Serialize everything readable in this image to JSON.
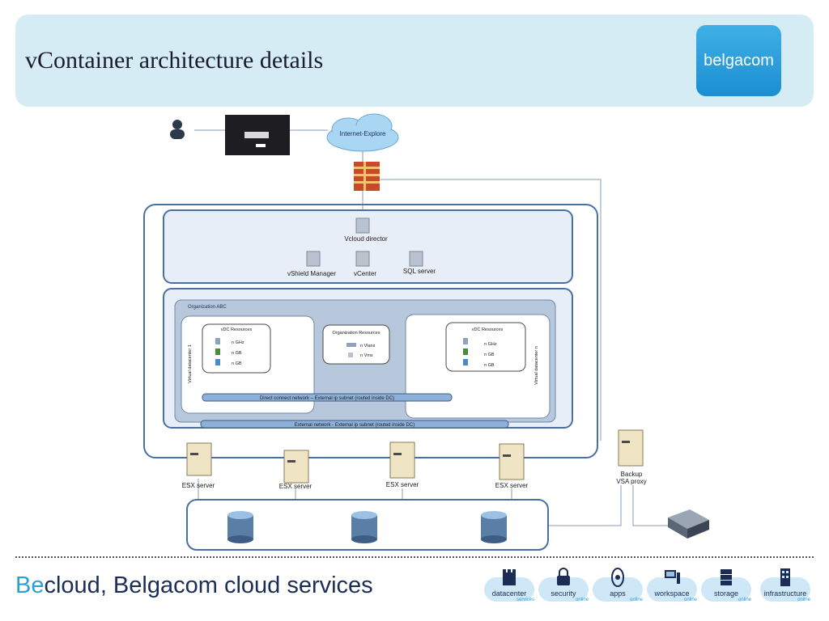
{
  "header": {
    "title": "vContainer architecture details",
    "logo_text": "belgacom"
  },
  "diagram": {
    "internet_label": "Internet-Explore",
    "vcloud_director": "Vcloud director",
    "vshield_manager": "vShield Manager",
    "vcenter": "vCenter",
    "sql_server": "SQL server",
    "organization": "Organization ABC",
    "vdc1": {
      "title": "vDC Resources",
      "ghz": "n GHz",
      "gb1": "n GB",
      "gb2": "n GB",
      "side": "Virtual datacenter 1"
    },
    "vdcn": {
      "title": "vDC Resources",
      "ghz": "n GHz",
      "gb1": "n GB",
      "gb2": "n GB",
      "side": "Virtual datacenter n"
    },
    "org_resources": {
      "title": "Organization Resources",
      "vlans": "n Vlans",
      "vms": "n Vms"
    },
    "direct_network": "Direct connect network – External ip subnet (routed inside DC)",
    "external_network": "External network - External ip subnet (routed inside DC)",
    "esx_servers": [
      "ESX server",
      "ESX server",
      "ESX server",
      "ESX server"
    ],
    "backup_line1": "Backup",
    "backup_line2": "VSA proxy"
  },
  "footer": {
    "brand_prefix": "Be",
    "brand_rest": "cloud, Belgacom cloud services",
    "services": [
      {
        "label": "datacenter",
        "sub": "services",
        "icon": "datacenter-icon"
      },
      {
        "label": "security",
        "sub": "online",
        "icon": "lock-icon"
      },
      {
        "label": "apps",
        "sub": "online",
        "icon": "apps-icon"
      },
      {
        "label": "workspace",
        "sub": "online",
        "icon": "workspace-icon"
      },
      {
        "label": "storage",
        "sub": "online",
        "icon": "storage-icon"
      },
      {
        "label": "infrastructure",
        "sub": "online",
        "icon": "building-icon"
      }
    ]
  },
  "colors": {
    "header_bg": "#d6ecf5",
    "accent": "#2a9fd8",
    "frame": "#4a6fa5",
    "box_fill": "#e8eef7"
  }
}
